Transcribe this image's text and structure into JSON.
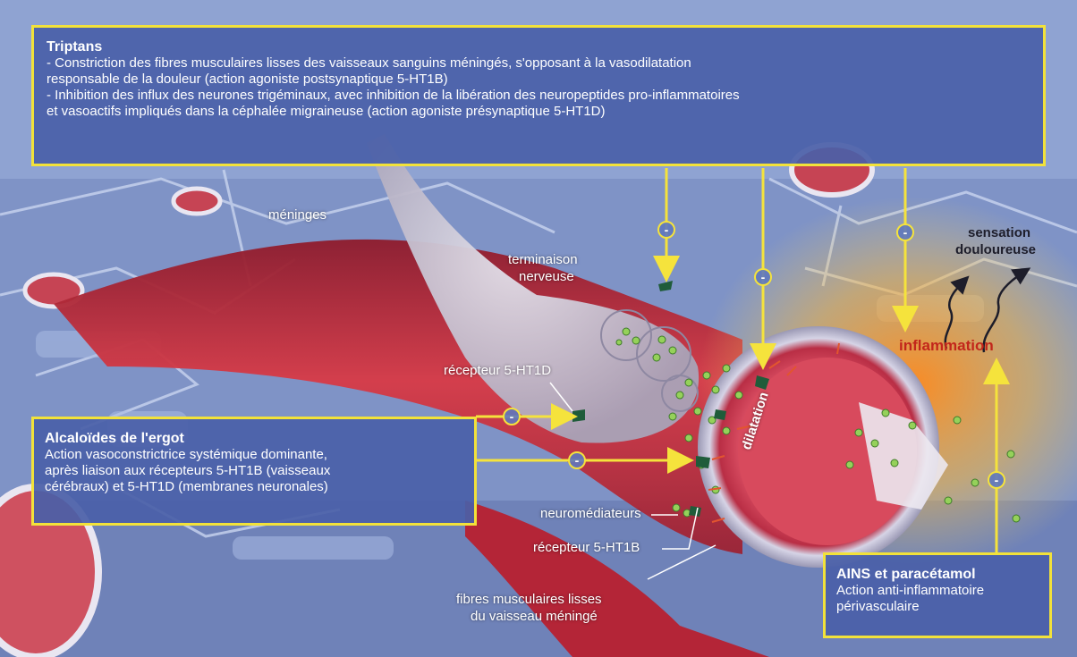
{
  "triptans": {
    "title": "Triptans",
    "lines": [
      "- Constriction des fibres musculaires lisses des vaisseaux sanguins méningés, s'opposant à la vasodilatation",
      "responsable de la douleur (action agoniste postsynaptique 5-HT1B)",
      "- Inhibition des influx des neurones trigéminaux, avec inhibition de la libération des neuropeptides pro-inflammatoires",
      "et vasoactifs impliqués dans la céphalée migraineuse (action agoniste présynaptique 5-HT1D)"
    ]
  },
  "ergot": {
    "title": "Alcaloïdes de l'ergot",
    "lines": [
      "Action vasoconstrictrice systémique dominante,",
      "après liaison aux récepteurs 5-HT1B (vaisseaux",
      "cérébraux) et 5-HT1D (membranes neuronales)"
    ]
  },
  "ains": {
    "title": "AINS et paracétamol",
    "lines": [
      "Action anti-inflammatoire",
      "périvasculaire"
    ]
  },
  "labels": {
    "meninges": "méninges",
    "terminaison_1": "terminaison",
    "terminaison_2": "nerveuse",
    "sensation_1": "sensation",
    "sensation_2": "douloureuse",
    "inflammation": "inflammation",
    "recepteur_1d": "récepteur 5-HT1D",
    "dilatation": "dilatation",
    "neuromediateurs": "neuromédiateurs",
    "recepteur_1b": "récepteur 5-HT1B",
    "fibres_1": "fibres musculaires lisses",
    "fibres_2": "du vaisseau méningé"
  },
  "minus_symbol": "-",
  "colors": {
    "box_fill": "#4a5fa8",
    "box_border": "#f2e23a",
    "arrow": "#f5e33c",
    "vessel": "#c0283a",
    "inflammation_text": "#c2261b"
  }
}
